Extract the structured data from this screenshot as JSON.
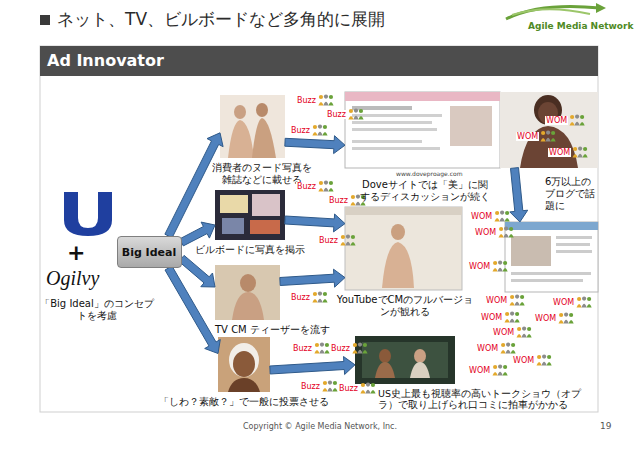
{
  "diagram": {
    "title": "ネット、TV、ビルボードなど多角的に展開",
    "nodes": [
      {
        "text": [
          "Big Ideal"
        ]
      },
      {
        "text": [
          "消費者のヌード写真を雑誌などに載せる"
        ]
      },
      {
        "text": [
          "ビルボードに写真を掲示"
        ]
      },
      {
        "text": [
          "TV CM ティーザーを流す"
        ]
      },
      {
        "text": [
          "「しわ？素敵？」で一般に投票させる"
        ]
      },
      {
        "text": [
          "Doveサイトでは「美」に関するディスカッションが続く"
        ]
      },
      {
        "text": [
          "YouTubeでCMのフルバージョンが観れる"
        ]
      },
      {
        "text": [
          "US史上最も視聴率の高いトークショウ（オプラ）で取り上げられ口コミに拍車がかかる"
        ]
      },
      {
        "text": [
          "6万以上のブログで話題に"
        ]
      }
    ],
    "edges": [
      {
        "from": 0,
        "to": 1,
        "arrow": "to"
      },
      {
        "from": 0,
        "to": 2,
        "arrow": "to"
      },
      {
        "from": 0,
        "to": 3,
        "arrow": "to"
      },
      {
        "from": 0,
        "to": 4,
        "arrow": "to"
      },
      {
        "from": 1,
        "to": 5,
        "arrow": "to"
      },
      {
        "from": 2,
        "to": 6,
        "arrow": "to"
      },
      {
        "from": 3,
        "to": 6,
        "arrow": "to"
      },
      {
        "from": 4,
        "to": 7,
        "arrow": "to"
      },
      {
        "from": 5,
        "to": 8,
        "arrow": "to"
      }
    ],
    "labels": [
      "Agile Media Network",
      "Ad Innovator",
      "+",
      "Ogilvy",
      "「Big Ideal」のコンセプトを考慮",
      "www.doveproage.com",
      "Copyright © Agile Media Network, Inc.",
      "19",
      "Buzz",
      "Buzz",
      "Buzz",
      "Buzz",
      "Buzz",
      "Buzz",
      "Buzz",
      "Buzz",
      "Buzz",
      "Buzz",
      "Buzz",
      "WOM",
      "WOM",
      "WOM",
      "WOM",
      "WOM",
      "WOM",
      "WOM",
      "WOM",
      "WOM",
      "WOM",
      "WOM",
      "WOM",
      "WOM",
      "WOM"
    ]
  }
}
